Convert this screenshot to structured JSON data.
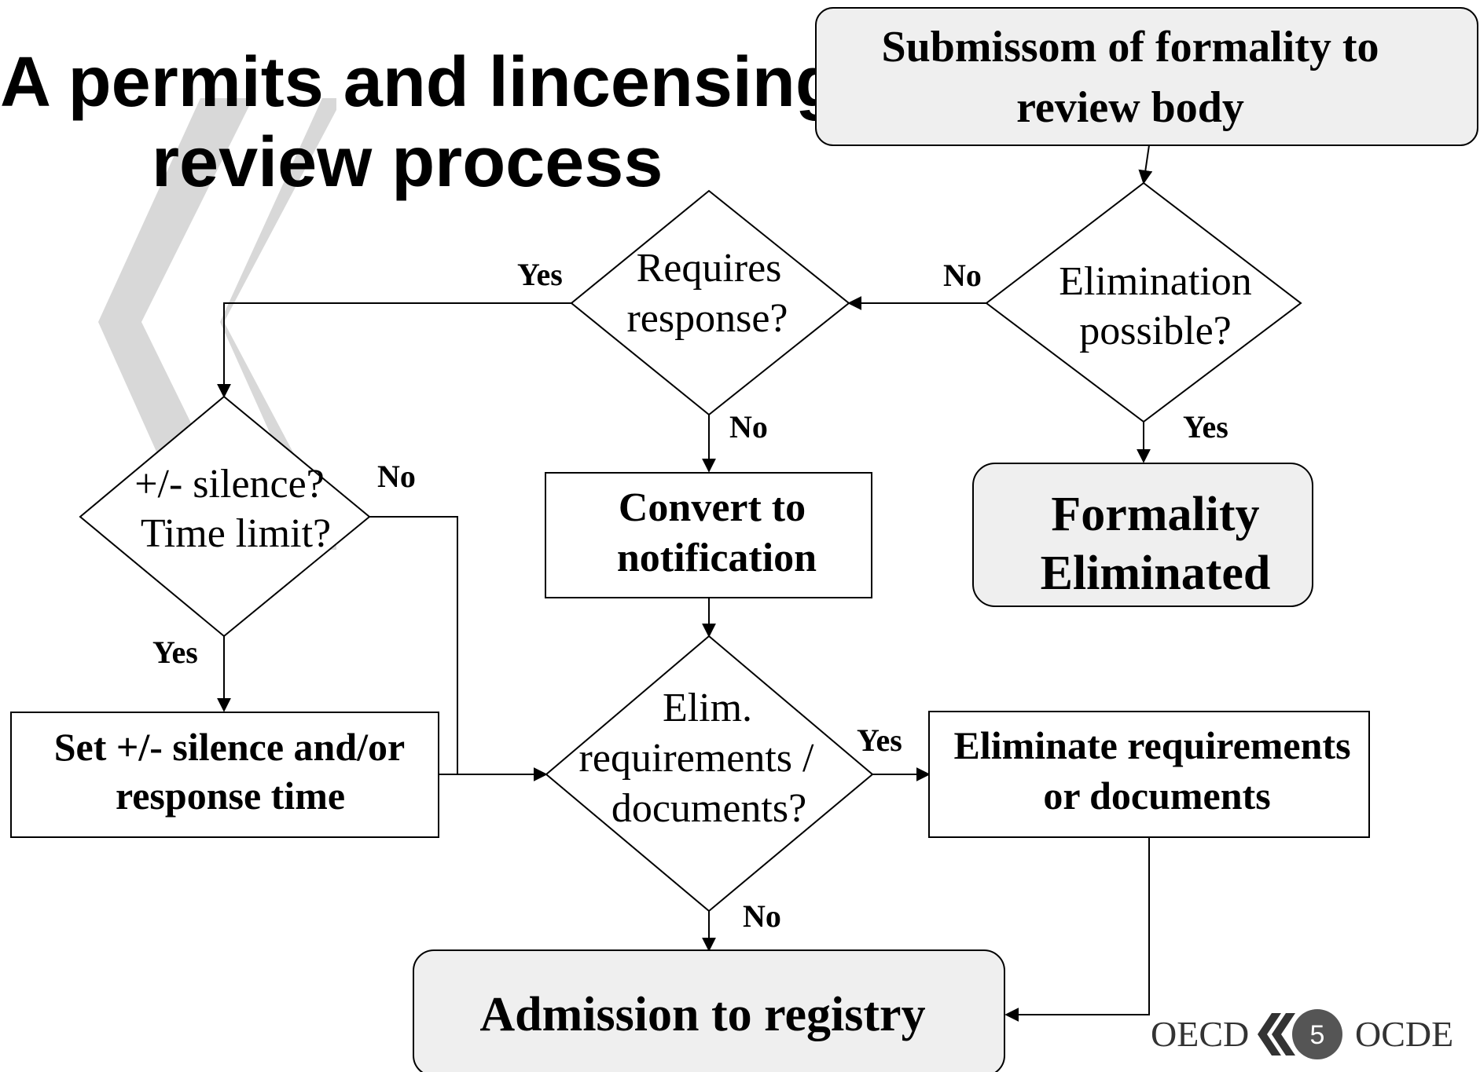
{
  "title": {
    "line1": "A permits and lincensing",
    "line2": "review process"
  },
  "nodes": {
    "submission": {
      "line1": "Submissom of formality to",
      "line2": "review body"
    },
    "elimination_possible": {
      "line1": "Elimination",
      "line2": "possible?"
    },
    "requires_response": {
      "line1": "Requires",
      "line2": "response?"
    },
    "formality_eliminated": {
      "line1": "Formality",
      "line2": "Eliminated"
    },
    "convert_notification": {
      "line1": "Convert to",
      "line2": "notification"
    },
    "silence_time": {
      "line1": "+/- silence?",
      "line2": "Time limit?"
    },
    "set_silence": {
      "line1": "Set +/- silence and/or",
      "line2": "response time"
    },
    "elim_requirements": {
      "line1": "Elim.",
      "line2": "requirements /",
      "line3": "documents?"
    },
    "eliminate_requirements": {
      "line1": "Eliminate requirements",
      "line2": "or documents"
    },
    "admission": {
      "label": "Admission to registry"
    }
  },
  "edge_labels": {
    "elim_no": "No",
    "elim_yes": "Yes",
    "requires_yes": "Yes",
    "requires_no": "No",
    "silence_no": "No",
    "silence_yes": "Yes",
    "elimreq_yes": "Yes",
    "elimreq_no": "No"
  },
  "footer": {
    "left": "OECD",
    "page": "5",
    "right": "OCDE"
  },
  "colors": {
    "rounded_fill": "#efefef",
    "watermark": "#d8d8d8",
    "badge": "#555555"
  }
}
